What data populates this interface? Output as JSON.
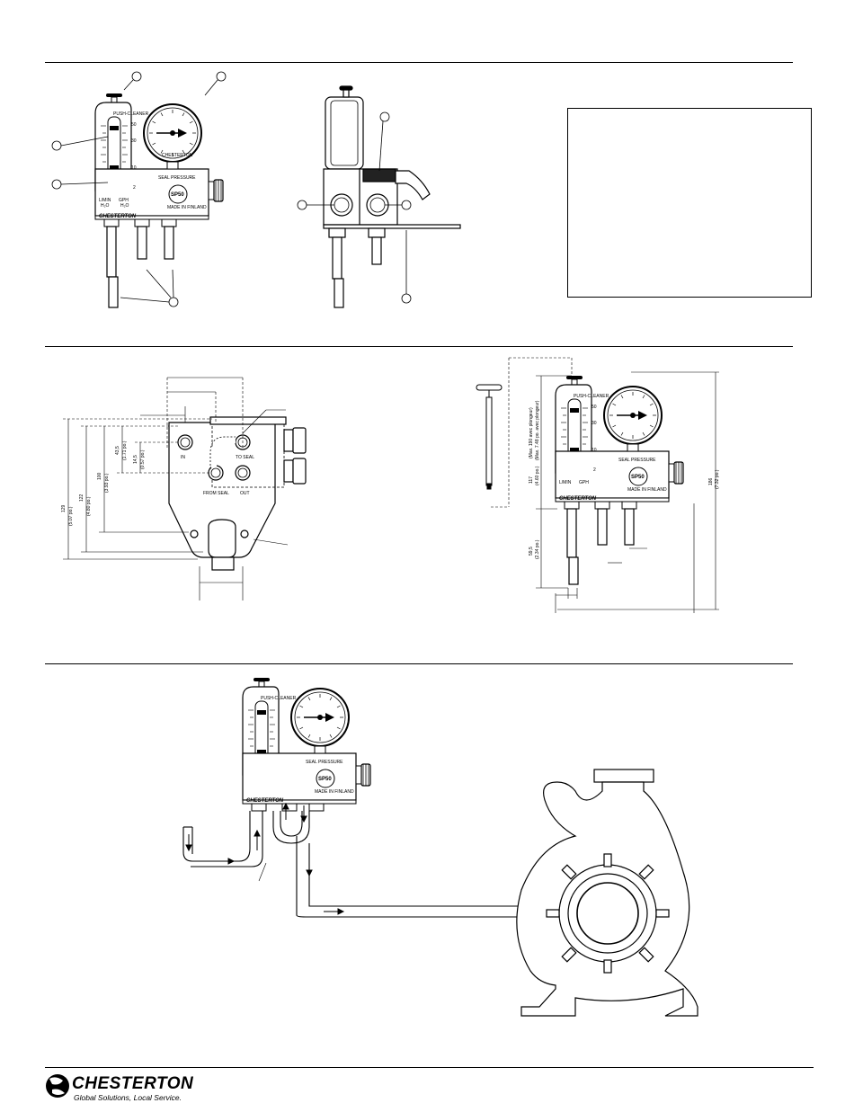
{
  "device": {
    "push_cleaner": "PUSH-CLEANER",
    "seal_pressure": "SEAL PRESSURE",
    "model": "SP50",
    "made_in": "MADE IN FINLAND",
    "brand": "CHESTERTON",
    "unit_left": "L/MIN",
    "unit_left_sub": "H₂O",
    "unit_right": "GPH",
    "unit_right_sub": "H₂O",
    "scale": [
      "50",
      "30",
      "10",
      "2"
    ],
    "gauge_brand": "CHESTERTON"
  },
  "callouts": [
    "",
    "",
    "",
    "",
    "",
    "",
    "",
    ""
  ],
  "section2": {
    "ports": {
      "in": "IN",
      "to_seal": "TO SEAL",
      "from_seal": "FROM SEAL",
      "out": "OUT"
    },
    "dims": {
      "d129": "129",
      "d129_in": "(5.07 po.)",
      "d122": "122",
      "d122_in": "(4.80 po.)",
      "d100": "100",
      "d100_in": "(3.93 po.)",
      "d43": "43,5",
      "d43_in": "(1.71 po.)",
      "d14": "14,5",
      "d14_in": "(0.57 po.)",
      "d117": "117",
      "d117_in": "(4.60 po.)",
      "dmax": "(Max. 190 avec plongeur)",
      "dmax_in": "(Max. 7.48 po. avec plongeur)",
      "d186": "186",
      "d186_in": "(7.32 po.)",
      "d59": "59,5",
      "d59_in": "(2.34 po.)"
    }
  },
  "footer": {
    "brand": "CHESTERTON",
    "tagline": "Global Solutions, Local Service."
  }
}
